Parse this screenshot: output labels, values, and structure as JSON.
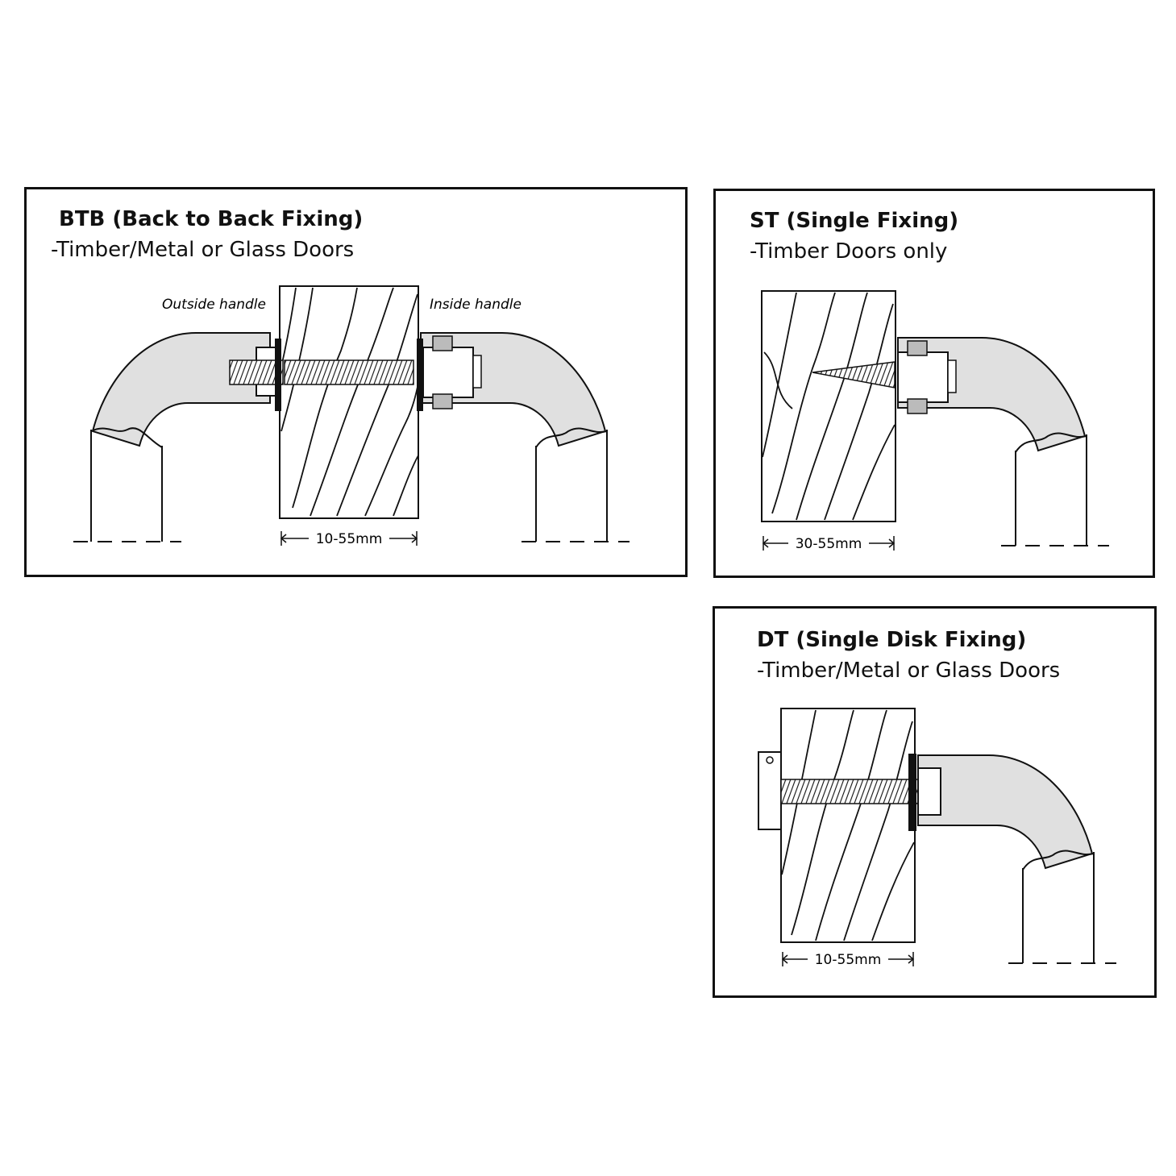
{
  "panels": {
    "btb": {
      "title": "BTB (Back to Back Fixing)",
      "subtitle": "-Timber/Metal or Glass Doors",
      "outside_label": "Outside handle",
      "inside_label": "Inside handle",
      "dimension": "10-55mm"
    },
    "st": {
      "title": "ST (Single Fixing)",
      "subtitle": "-Timber Doors only",
      "dimension": "30-55mm"
    },
    "dt": {
      "title": "DT (Single Disk Fixing)",
      "subtitle": "-Timber/Metal or Glass Doors",
      "dimension": "10-55mm"
    }
  },
  "colors": {
    "line": "#111111",
    "handle_fill": "#e0e0e0",
    "background": "#ffffff"
  }
}
